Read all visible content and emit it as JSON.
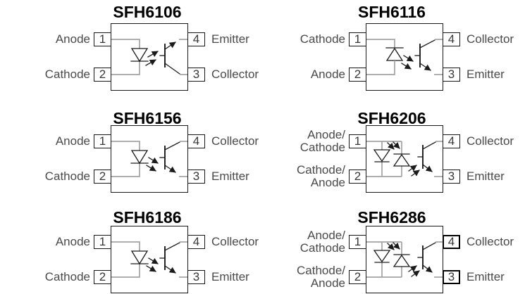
{
  "figure": {
    "description_colors": {
      "line_black": "#1b1b1b",
      "wire_gray": "#a2a2a2",
      "label_gray": "#4a4a4a",
      "pin_number_gray": "#383838",
      "title_black": "#000000",
      "background": "#ffffff"
    }
  },
  "diagrams": [
    {
      "title": "SFH6106",
      "pin1": {
        "num": "1",
        "lines": [
          "Anode"
        ]
      },
      "pin2": {
        "num": "2",
        "lines": [
          "Cathode"
        ]
      },
      "pin4": {
        "num": "4",
        "lines": [
          "Emitter"
        ]
      },
      "pin3": {
        "num": "3",
        "lines": [
          "Collector"
        ]
      }
    },
    {
      "title": "SFH6116",
      "pin1": {
        "num": "1",
        "lines": [
          "Cathode"
        ]
      },
      "pin2": {
        "num": "2",
        "lines": [
          "Anode"
        ]
      },
      "pin4": {
        "num": "4",
        "lines": [
          "Collector"
        ]
      },
      "pin3": {
        "num": "3",
        "lines": [
          "Emitter"
        ]
      }
    },
    {
      "title": "SFH6156",
      "pin1": {
        "num": "1",
        "lines": [
          "Anode"
        ]
      },
      "pin2": {
        "num": "2",
        "lines": [
          "Cathode"
        ]
      },
      "pin4": {
        "num": "4",
        "lines": [
          "Collector"
        ]
      },
      "pin3": {
        "num": "3",
        "lines": [
          "Emitter"
        ]
      }
    },
    {
      "title": "SFH6206",
      "pin1": {
        "num": "1",
        "lines": [
          "Anode/",
          "Cathode"
        ]
      },
      "pin2": {
        "num": "2",
        "lines": [
          "Cathode/",
          "Anode"
        ]
      },
      "pin4": {
        "num": "4",
        "lines": [
          "Collector"
        ]
      },
      "pin3": {
        "num": "3",
        "lines": [
          "Emitter"
        ]
      }
    },
    {
      "title": "SFH6186",
      "pin1": {
        "num": "1",
        "lines": [
          "Anode"
        ]
      },
      "pin2": {
        "num": "2",
        "lines": [
          "Cathode"
        ]
      },
      "pin4": {
        "num": "4",
        "lines": [
          "Collector"
        ]
      },
      "pin3": {
        "num": "3",
        "lines": [
          "Emitter"
        ]
      }
    },
    {
      "title": "SFH6286",
      "pin1": {
        "num": "1",
        "lines": [
          "Anode/",
          "Cathode"
        ]
      },
      "pin2": {
        "num": "2",
        "lines": [
          "Cathode/",
          "Anode"
        ]
      },
      "pin4": {
        "num": "4",
        "lines": [
          "Collector"
        ]
      },
      "pin3": {
        "num": "3",
        "lines": [
          "Emitter"
        ]
      }
    }
  ]
}
